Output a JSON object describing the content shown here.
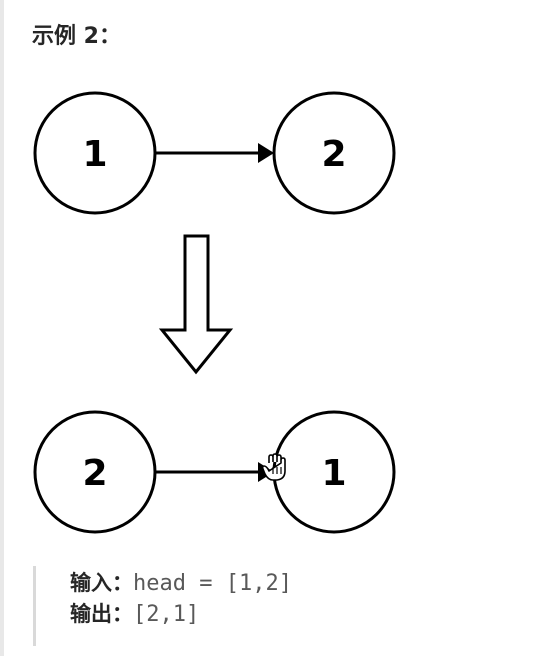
{
  "heading": "示例 2：",
  "diagram": {
    "before": {
      "nodes": [
        "1",
        "2"
      ]
    },
    "after": {
      "nodes": [
        "2",
        "1"
      ]
    }
  },
  "example": {
    "input_label": "输入：",
    "input_value": "head = [1,2]",
    "output_label": "输出：",
    "output_value": "[2,1]"
  }
}
